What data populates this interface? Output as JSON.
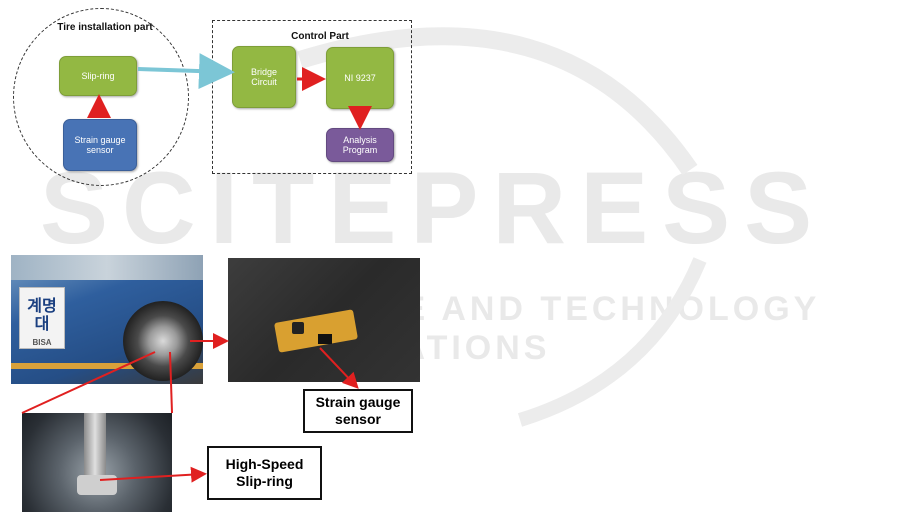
{
  "watermark": {
    "main": "SCITEPRESS",
    "sub": "SCIENCE AND TECHNOLOGY PUBLICATIONS"
  },
  "diagram": {
    "tire_part": {
      "title": "Tire installation part",
      "slip_ring": "Slip-ring",
      "strain_sensor": "Strain gauge sensor"
    },
    "control_part": {
      "title": "Control Part",
      "bridge": "Bridge Circuit",
      "daq": "NI 9237",
      "analysis": "Analysis Program"
    }
  },
  "photos": {
    "car_badge": "계명대",
    "car_badge_sub": "BISA"
  },
  "callouts": {
    "strain_gauge": "Strain gauge sensor",
    "slip_ring": "High-Speed Slip-ring"
  },
  "colors": {
    "block_green": "#93b843",
    "block_blue": "#4873b5",
    "block_purple": "#7a5a9a",
    "arrow_red": "#e02020",
    "arrow_cyan": "#7cc6d6"
  }
}
